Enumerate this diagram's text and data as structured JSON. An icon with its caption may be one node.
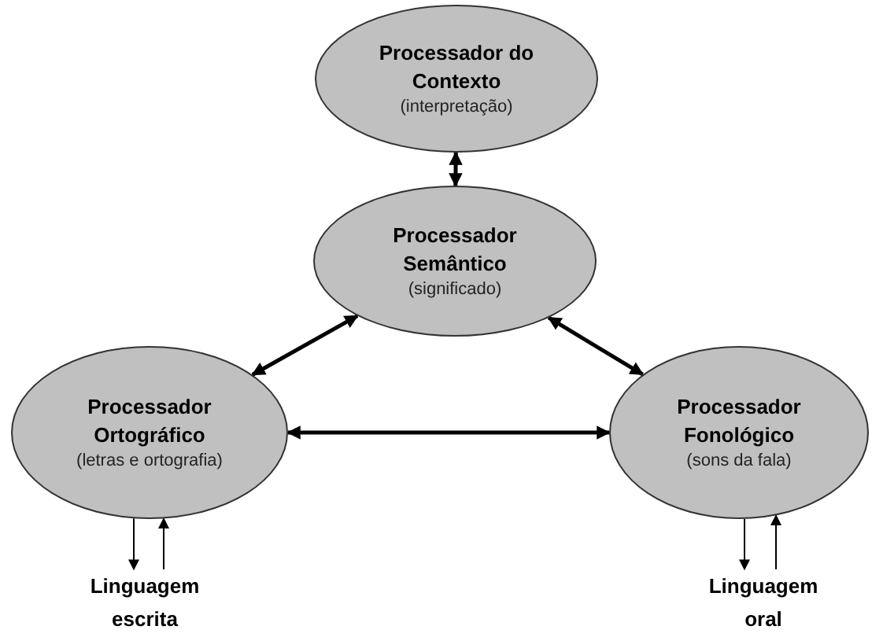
{
  "diagram": {
    "nodes": [
      {
        "text": [
          "Processador do Contexto",
          "(interpretação)"
        ]
      },
      {
        "text": [
          "Processador Semântico",
          "(significado)"
        ]
      },
      {
        "text": [
          "Processador Ortográfico",
          "(letras e ortografia)"
        ]
      },
      {
        "text": [
          "Processador Fonológico",
          "(sons da fala)"
        ]
      },
      {
        "text": [
          "Linguagem escrita"
        ]
      },
      {
        "text": [
          "Linguagem oral"
        ]
      }
    ],
    "edges": [
      {
        "from": 0,
        "to": 1,
        "arrow": "both",
        "style": "thick"
      },
      {
        "from": 1,
        "to": 2,
        "arrow": "both",
        "style": "thick"
      },
      {
        "from": 1,
        "to": 3,
        "arrow": "both",
        "style": "thick"
      },
      {
        "from": 2,
        "to": 3,
        "arrow": "both",
        "style": "thick"
      },
      {
        "from": 2,
        "to": 4,
        "arrow": "to"
      },
      {
        "from": 4,
        "to": 2,
        "arrow": "to"
      },
      {
        "from": 3,
        "to": 5,
        "arrow": "to"
      },
      {
        "from": 5,
        "to": 3,
        "arrow": "to"
      }
    ]
  }
}
